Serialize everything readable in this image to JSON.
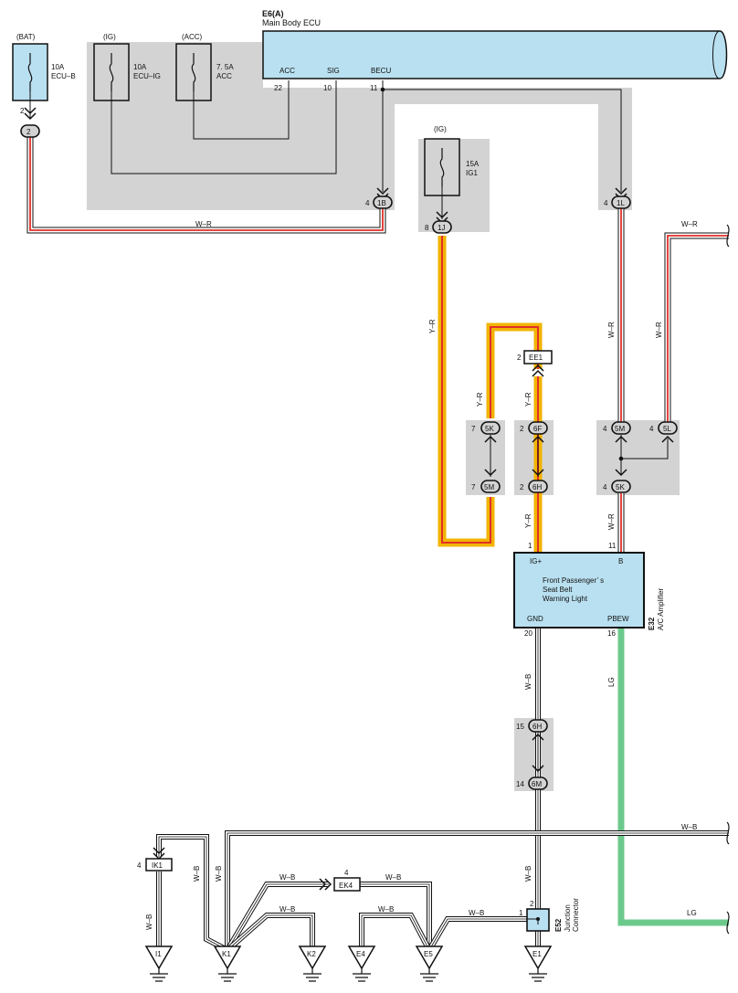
{
  "colors": {
    "shade": "#d3d3d3",
    "ecu_fill": "#b9e0f0",
    "red": "#e0302a",
    "yellow": "#f2b400",
    "green": "#6cc98c"
  },
  "ecu": {
    "code": "E6(A)",
    "name": "Main Body ECU",
    "pins": [
      {
        "label": "ACC",
        "num": "22"
      },
      {
        "label": "SIG",
        "num": "10"
      },
      {
        "label": "BECU",
        "num": "11"
      }
    ]
  },
  "fuses": [
    {
      "title": "(BAT)",
      "rating": "10A",
      "name": "ECU–B"
    },
    {
      "title": "(IG)",
      "rating": "10A",
      "name": "ECU–IG"
    },
    {
      "title": "(ACC)",
      "rating": "7. 5A",
      "name": "ACC"
    },
    {
      "title": "(IG)",
      "rating": "15A",
      "name": "IG1"
    }
  ],
  "connectors": {
    "c2": {
      "pin": "2",
      "id": "2"
    },
    "c1b": {
      "pin": "4",
      "id": "1B"
    },
    "c1l": {
      "pin": "4",
      "id": "1L"
    },
    "c1j": {
      "pin": "8",
      "id": "1J"
    },
    "ee1": {
      "pin": "2",
      "id": "EE1"
    },
    "c5k_left": {
      "pin": "7",
      "id": "5K"
    },
    "c5m_left": {
      "pin": "7",
      "id": "5M"
    },
    "c6f": {
      "pin": "2",
      "id": "6F"
    },
    "c6h_top": {
      "pin": "2",
      "id": "6H"
    },
    "c5m_right": {
      "pin": "4",
      "id": "5M"
    },
    "c5l": {
      "pin": "4",
      "id": "5L"
    },
    "c5k_right": {
      "pin": "4",
      "id": "5K"
    },
    "c6h_low": {
      "pin": "15",
      "id": "6H"
    },
    "c6m": {
      "pin": "14",
      "id": "6M"
    },
    "ik1": {
      "pin": "4",
      "id": "IK1"
    },
    "ek4": {
      "pin": "4",
      "id": "EK4"
    }
  },
  "wires": {
    "w_r": "W–R",
    "y_r": "Y–R",
    "w_b": "W–B",
    "lg": "LG"
  },
  "amplifier": {
    "code": "E32",
    "name": "A/C Amplifier",
    "pins": [
      {
        "label": "IG+",
        "num": "1"
      },
      {
        "label": "B",
        "num": "11"
      },
      {
        "label": "GND",
        "num": "20"
      },
      {
        "label": "PBEW",
        "num": "16"
      }
    ],
    "function": [
      "Front Passenger’ s",
      "Seat Belt",
      "Warning Light"
    ]
  },
  "junction": {
    "code": "E52",
    "name": [
      "Junction",
      "Connector"
    ],
    "pin_top": "2",
    "pin_left": "1"
  },
  "grounds": [
    "I1",
    "K1",
    "K2",
    "E4",
    "E5",
    "E1"
  ]
}
